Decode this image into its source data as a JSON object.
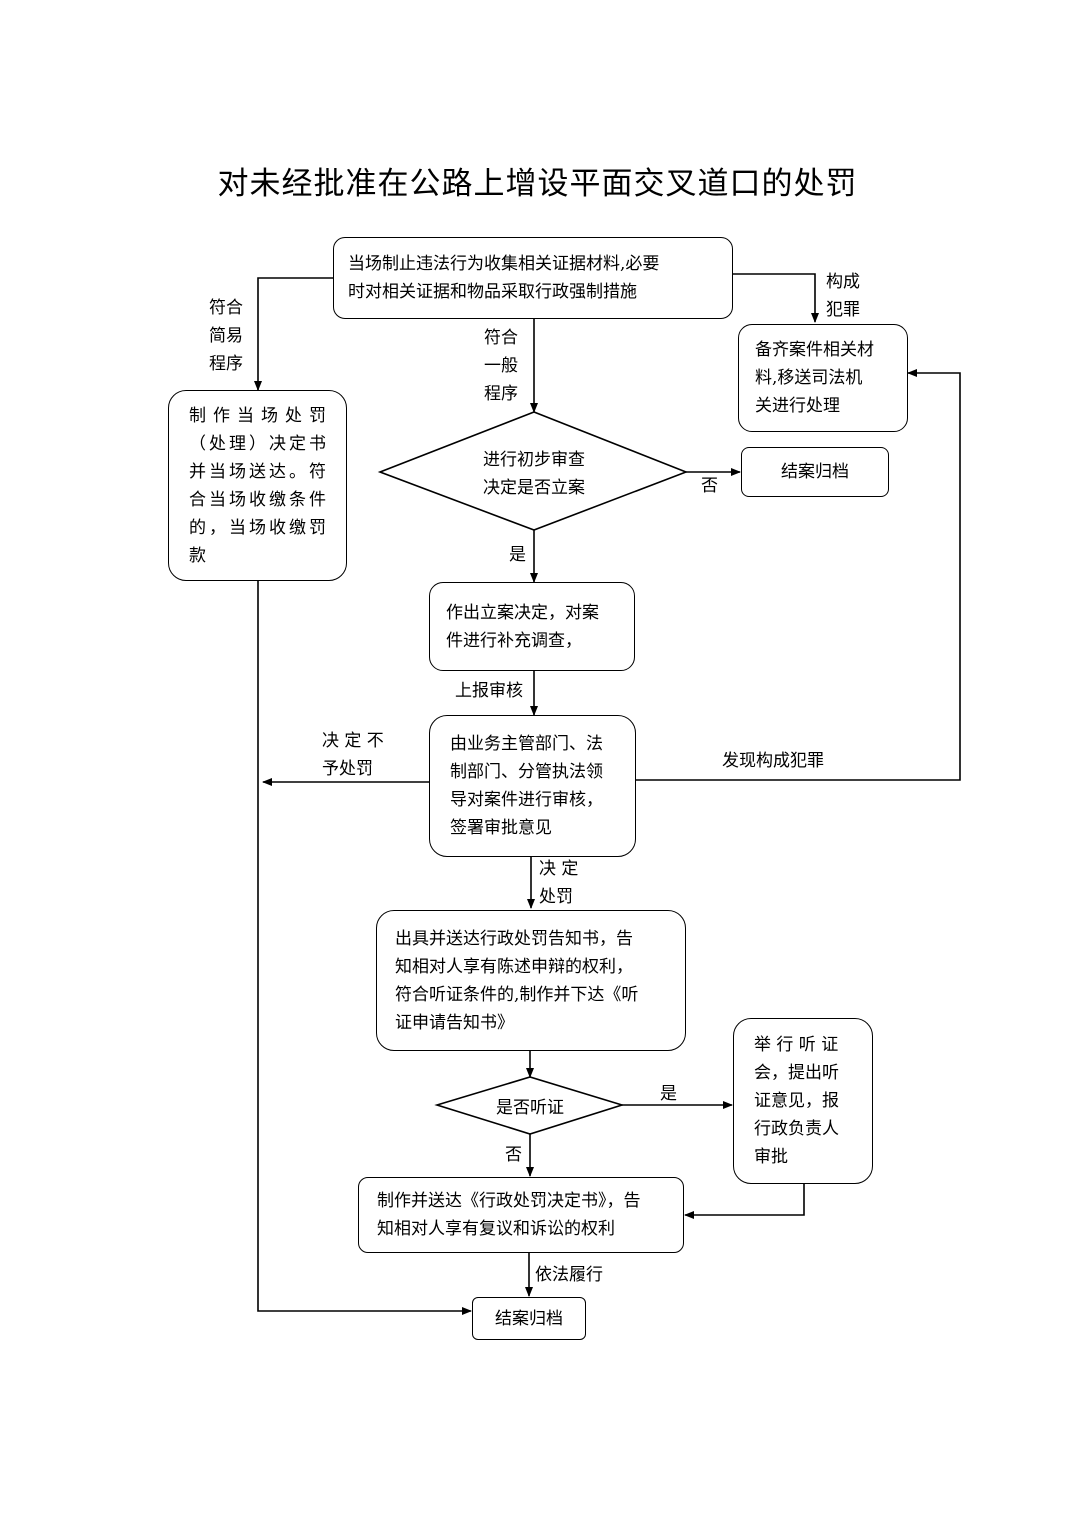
{
  "title": "对未经批准在公路上增设平面交叉道口的处罚",
  "nodes": {
    "stop": {
      "lines": [
        "当场制止违法行为收集相关证据材料,必要",
        "时对相关证据和物品采取行政强制措施"
      ]
    },
    "transfer": {
      "lines": [
        "备齐案件相关材",
        "料,移送司法机",
        "关进行处理"
      ]
    },
    "simple": {
      "lines": [
        "制作当场处罚",
        "（处理）决定书",
        "并当场送达。符",
        "合当场收缴条件",
        "的，当场收缴罚",
        "款"
      ]
    },
    "review": {
      "lines": [
        "进行初步审查",
        "决定是否立案"
      ]
    },
    "close1": {
      "text": "结案归档"
    },
    "file": {
      "lines": [
        "作出立案决定，对案",
        "件进行补充调查，"
      ]
    },
    "audit": {
      "lines": [
        "由业务主管部门、法",
        "制部门、分管执法领",
        "导对案件进行审核，",
        "签署审批意见"
      ]
    },
    "notice": {
      "lines": [
        "出具并送达行政处罚告知书，告",
        "知相对人享有陈述申辩的权利，",
        "符合听证条件的,制作并下达《听",
        "证申请告知书》"
      ]
    },
    "hearing_q": {
      "text": "是否听证"
    },
    "hearing": {
      "lines": [
        "举 行 听 证",
        "会，提出听",
        "证意见，报",
        "行政负责人",
        "审批"
      ]
    },
    "decision": {
      "lines": [
        "制作并送达《行政处罚决定书》，告",
        "知相对人享有复议和诉讼的权利"
      ]
    },
    "close2": {
      "text": "结案归档"
    }
  },
  "labels": {
    "crime": [
      "构成",
      "犯罪"
    ],
    "simple_proc": [
      "符合",
      "简易",
      "程序"
    ],
    "general_proc": [
      "符合",
      "一般",
      "程序"
    ],
    "no1": "否",
    "yes1": "是",
    "report": "上报审核",
    "no_penalty": [
      "决 定 不",
      "予处罚"
    ],
    "found_crime": "发现构成犯罪",
    "decide_penalty": [
      "决 定",
      "处罚"
    ],
    "yes2": "是",
    "no2": "否",
    "comply": "依法履行"
  }
}
